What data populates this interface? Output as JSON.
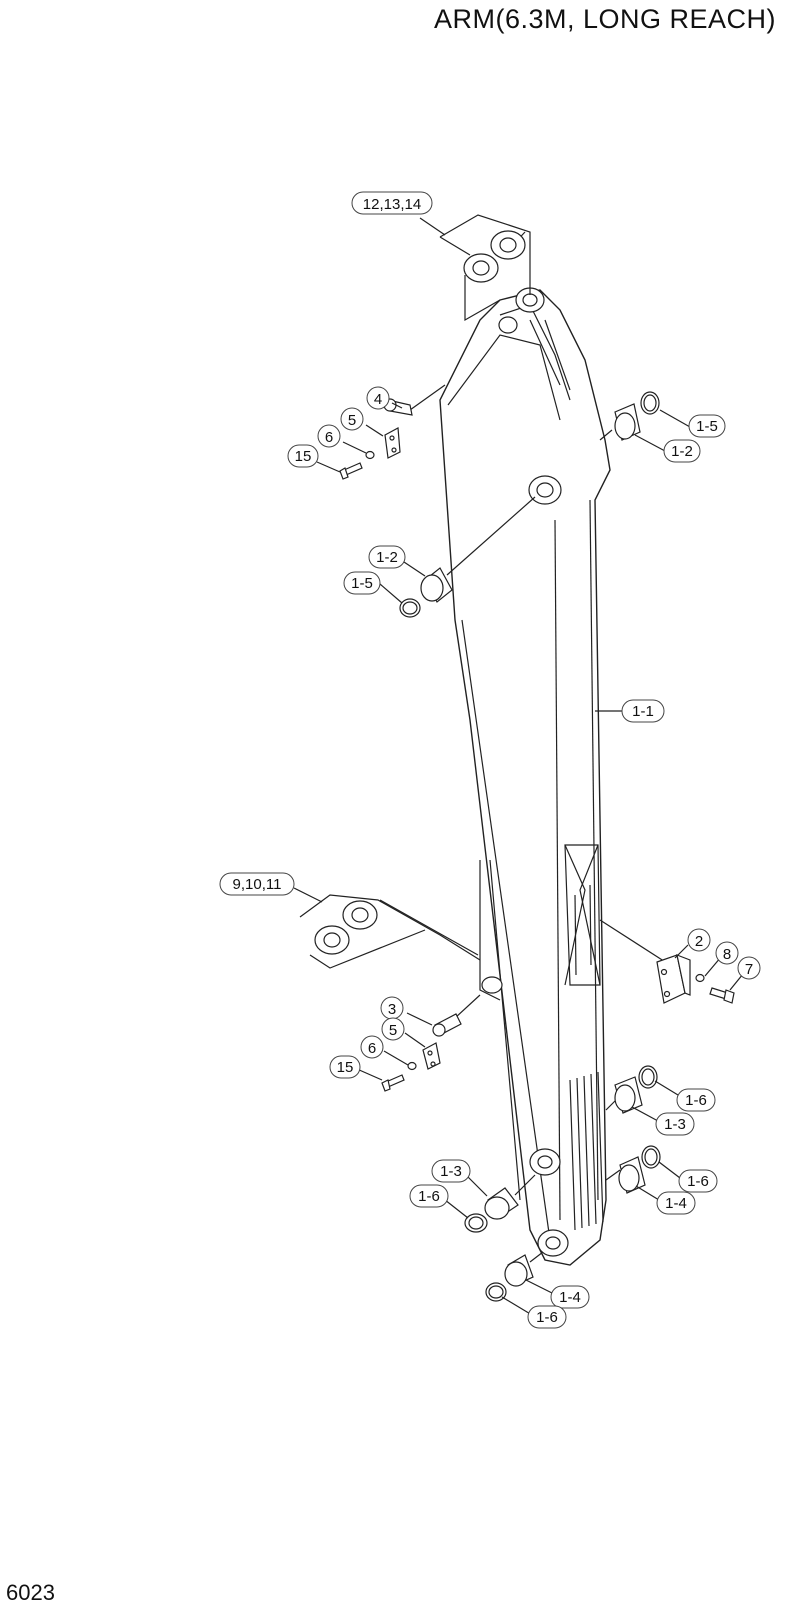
{
  "header": {
    "title": "ARM(6.3M, LONG REACH)"
  },
  "footer": {
    "page_number": "6023"
  },
  "callouts": [
    {
      "id": "c-12-13-14",
      "label": "12,13,14"
    },
    {
      "id": "c-4",
      "label": "4"
    },
    {
      "id": "c-5-top",
      "label": "5"
    },
    {
      "id": "c-6-top",
      "label": "6"
    },
    {
      "id": "c-15-top",
      "label": "15"
    },
    {
      "id": "c-1-5-right",
      "label": "1-5"
    },
    {
      "id": "c-1-2-right",
      "label": "1-2"
    },
    {
      "id": "c-1-2-left",
      "label": "1-2"
    },
    {
      "id": "c-1-5-left",
      "label": "1-5"
    },
    {
      "id": "c-1-1",
      "label": "1-1"
    },
    {
      "id": "c-9-10-11",
      "label": "9,10,11"
    },
    {
      "id": "c-2",
      "label": "2"
    },
    {
      "id": "c-8",
      "label": "8"
    },
    {
      "id": "c-7",
      "label": "7"
    },
    {
      "id": "c-3",
      "label": "3"
    },
    {
      "id": "c-5-bot",
      "label": "5"
    },
    {
      "id": "c-6-bot",
      "label": "6"
    },
    {
      "id": "c-15-bot",
      "label": "15"
    },
    {
      "id": "c-1-6-r1",
      "label": "1-6"
    },
    {
      "id": "c-1-3-right",
      "label": "1-3"
    },
    {
      "id": "c-1-3-left",
      "label": "1-3"
    },
    {
      "id": "c-1-6-left",
      "label": "1-6"
    },
    {
      "id": "c-1-6-r2",
      "label": "1-6"
    },
    {
      "id": "c-1-4-right",
      "label": "1-4"
    },
    {
      "id": "c-1-4-bot",
      "label": "1-4"
    },
    {
      "id": "c-1-6-bot",
      "label": "1-6"
    }
  ]
}
